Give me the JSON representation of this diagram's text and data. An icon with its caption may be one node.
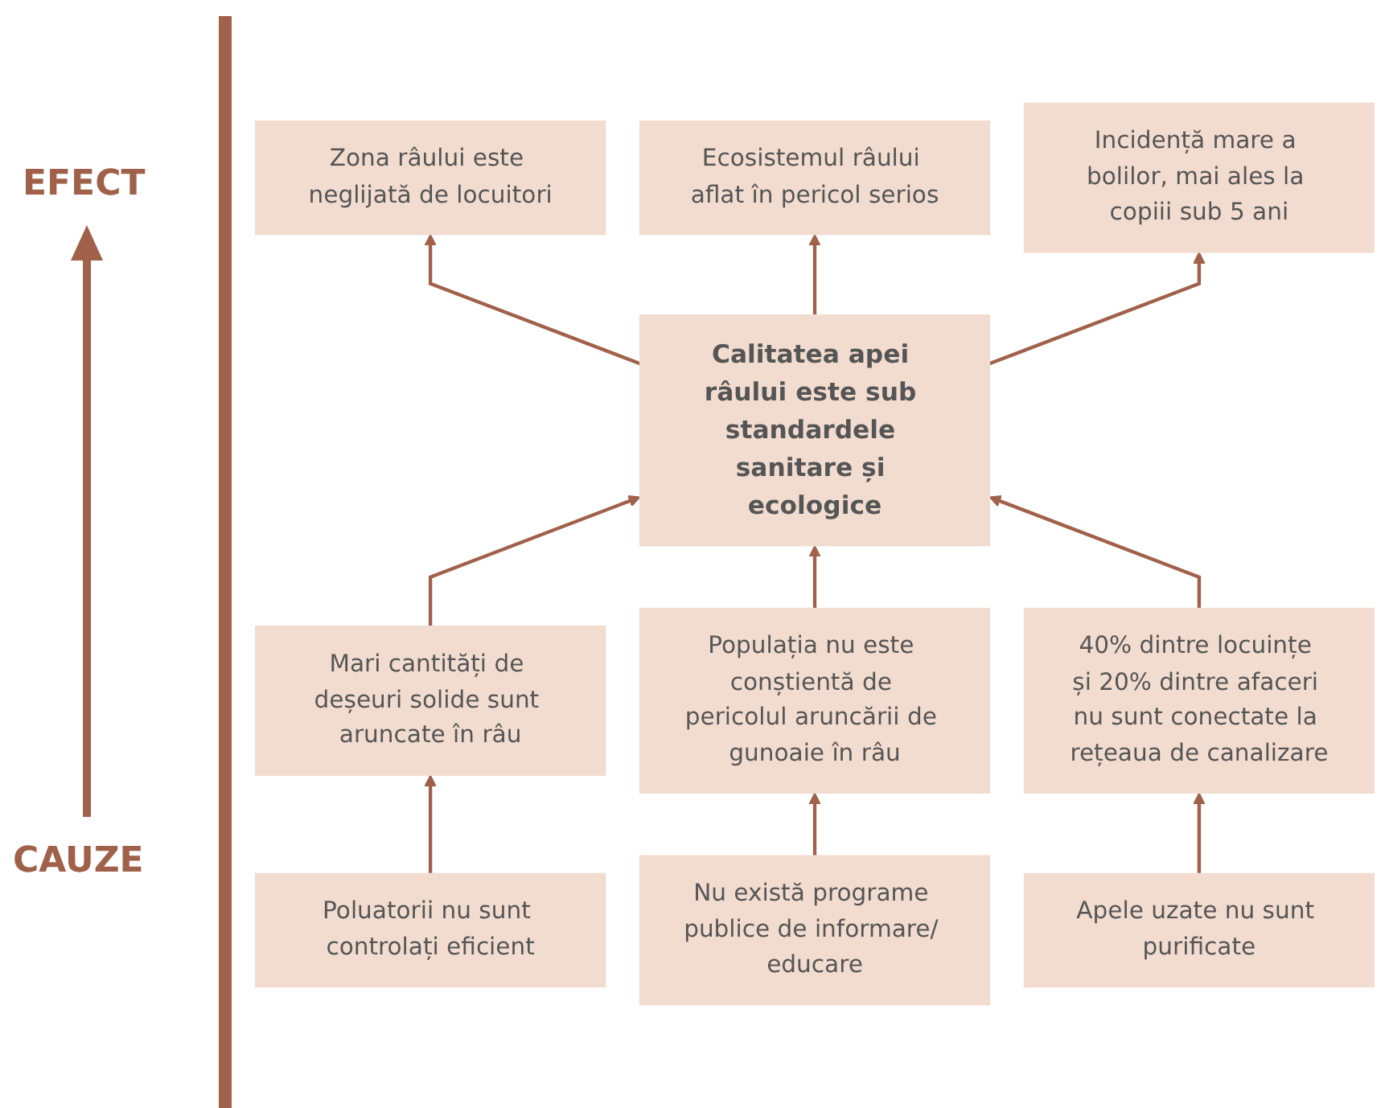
{
  "diagram": {
    "nodes": [
      {
        "text": [
          "Zona râului este neglijată de locuitori"
        ]
      },
      {
        "text": [
          "Ecosistemul râului aflat în pericol serios"
        ]
      },
      {
        "text": [
          "Incidență mare a bolilor, mai ales la copiii sub 5 ani"
        ]
      },
      {
        "text": [
          "Calitatea apei râului este sub standardele sanitare și ecologice"
        ]
      },
      {
        "text": [
          "Mari cantități de deșeuri solide sunt aruncate în râu"
        ]
      },
      {
        "text": [
          "Populația nu este conștientă de pericolul aruncării de gunoaie în râu"
        ]
      },
      {
        "text": [
          "40% dintre locuințe și 20% dintre afaceri nu sunt conectate la rețeaua de canalizare"
        ]
      },
      {
        "text": [
          "Poluatorii nu sunt controlați eficient"
        ]
      },
      {
        "text": [
          "Nu există programe publice de informare/ educare"
        ]
      },
      {
        "text": [
          "Apele uzate nu sunt purificate"
        ]
      }
    ],
    "edges": [
      {
        "from": 3,
        "to": 0,
        "arrow": "to"
      },
      {
        "from": 3,
        "to": 1,
        "arrow": "to"
      },
      {
        "from": 3,
        "to": 2,
        "arrow": "to"
      },
      {
        "from": 4,
        "to": 3,
        "arrow": "to"
      },
      {
        "from": 5,
        "to": 3,
        "arrow": "to"
      },
      {
        "from": 6,
        "to": 3,
        "arrow": "to"
      },
      {
        "from": 7,
        "to": 4,
        "arrow": "to"
      },
      {
        "from": 8,
        "to": 5,
        "arrow": "to"
      },
      {
        "from": 9,
        "to": 6,
        "arrow": "to"
      }
    ],
    "labels": [
      "EFECT",
      "CAUZE"
    ]
  }
}
